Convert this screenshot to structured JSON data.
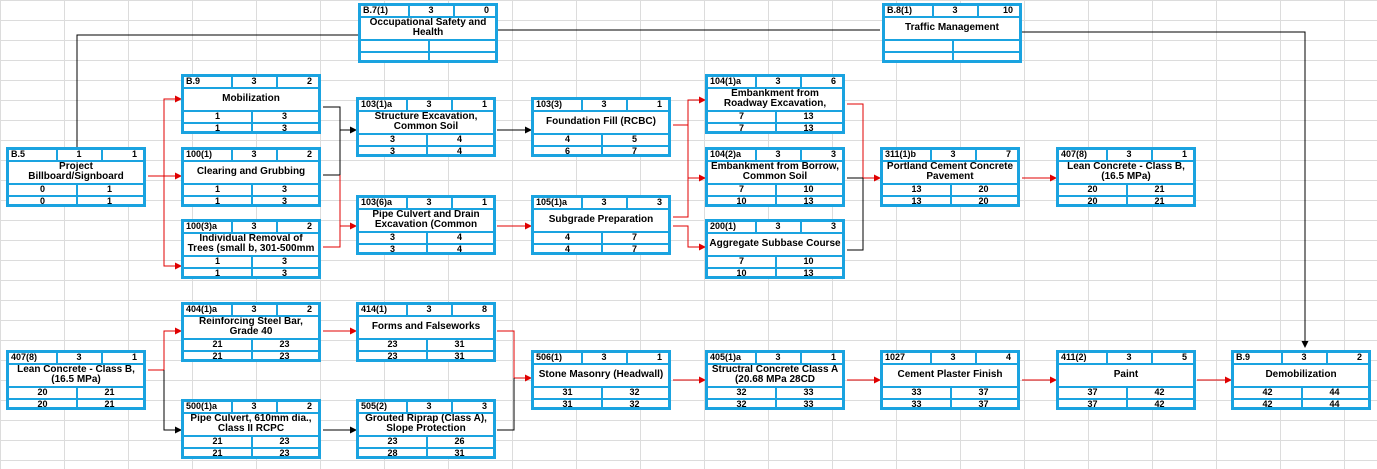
{
  "diagram": {
    "type": "network-schedule",
    "colors": {
      "box_border": "#1aa3e0",
      "critical_arrow": "#e00000",
      "arrow": "#000000",
      "grid": "#dcdcdc"
    },
    "nodes": [
      {
        "id": "b5",
        "code": "B.5",
        "dur": "1",
        "val": "1",
        "name": "Project Billboard/Signboard",
        "es": "0",
        "ef": "1",
        "ls": "0",
        "lf": "1"
      },
      {
        "id": "b9a",
        "code": "B.9",
        "dur": "3",
        "val": "2",
        "name": "Mobilization",
        "es": "1",
        "ef": "3",
        "ls": "1",
        "lf": "3"
      },
      {
        "id": "n100_1",
        "code": "100(1)",
        "dur": "3",
        "val": "2",
        "name": "Clearing and Grubbing",
        "es": "1",
        "ef": "3",
        "ls": "1",
        "lf": "3"
      },
      {
        "id": "n100_3a",
        "code": "100(3)a",
        "dur": "3",
        "val": "2",
        "name": "Individual Removal of Trees (small b, 301-500mm",
        "es": "1",
        "ef": "3",
        "ls": "1",
        "lf": "3"
      },
      {
        "id": "b7",
        "code": "B.7(1)",
        "dur": "3",
        "val": "0",
        "name": "Occupational Safety and Health",
        "es": "",
        "ef": "",
        "ls": "",
        "lf": ""
      },
      {
        "id": "n103_1a",
        "code": "103(1)a",
        "dur": "3",
        "val": "1",
        "name": "Structure Excavation, Common Soil",
        "es": "3",
        "ef": "4",
        "ls": "3",
        "lf": "4"
      },
      {
        "id": "n103_6a",
        "code": "103(6)a",
        "dur": "3",
        "val": "1",
        "name": "Pipe Culvert and Drain Excavation (Common",
        "es": "3",
        "ef": "4",
        "ls": "3",
        "lf": "4"
      },
      {
        "id": "n103_3",
        "code": "103(3)",
        "dur": "3",
        "val": "1",
        "name": "Foundation Fill (RCBC)",
        "es": "4",
        "ef": "5",
        "ls": "6",
        "lf": "7"
      },
      {
        "id": "n105_1a",
        "code": "105(1)a",
        "dur": "3",
        "val": "3",
        "name": "Subgrade Preparation",
        "es": "4",
        "ef": "7",
        "ls": "4",
        "lf": "7"
      },
      {
        "id": "n104_1a",
        "code": "104(1)a",
        "dur": "3",
        "val": "6",
        "name": "Embankment from Roadway Excavation,",
        "es": "7",
        "ef": "13",
        "ls": "7",
        "lf": "13"
      },
      {
        "id": "n104_2a",
        "code": "104(2)a",
        "dur": "3",
        "val": "3",
        "name": "Embankment from Borrow, Common Soil",
        "es": "7",
        "ef": "10",
        "ls": "10",
        "lf": "13"
      },
      {
        "id": "n200_1",
        "code": "200(1)",
        "dur": "3",
        "val": "3",
        "name": "Aggregate Subbase Course",
        "es": "7",
        "ef": "10",
        "ls": "10",
        "lf": "13"
      },
      {
        "id": "b8",
        "code": "B.8(1)",
        "dur": "3",
        "val": "10",
        "name": "Traffic Management",
        "es": "",
        "ef": "",
        "ls": "",
        "lf": ""
      },
      {
        "id": "n311_1b",
        "code": "311(1)b",
        "dur": "3",
        "val": "7",
        "name": "Portland Cement Concrete Pavement",
        "es": "13",
        "ef": "20",
        "ls": "13",
        "lf": "20"
      },
      {
        "id": "n407_8a",
        "code": "407(8)",
        "dur": "3",
        "val": "1",
        "name": "Lean Concrete - Class B, (16.5 MPa)",
        "es": "20",
        "ef": "21",
        "ls": "20",
        "lf": "21"
      },
      {
        "id": "n407_8b",
        "code": "407(8)",
        "dur": "3",
        "val": "1",
        "name": "Lean Concrete - Class B, (16.5 MPa)",
        "es": "20",
        "ef": "21",
        "ls": "20",
        "lf": "21"
      },
      {
        "id": "n404_1a",
        "code": "404(1)a",
        "dur": "3",
        "val": "2",
        "name": "Reinforcing Steel Bar, Grade 40",
        "es": "21",
        "ef": "23",
        "ls": "21",
        "lf": "23"
      },
      {
        "id": "n500_1a",
        "code": "500(1)a",
        "dur": "3",
        "val": "2",
        "name": "Pipe Culvert, 610mm dia., Class II RCPC",
        "es": "21",
        "ef": "23",
        "ls": "21",
        "lf": "23"
      },
      {
        "id": "n414_1",
        "code": "414(1)",
        "dur": "3",
        "val": "8",
        "name": "Forms and Falseworks",
        "es": "23",
        "ef": "31",
        "ls": "23",
        "lf": "31"
      },
      {
        "id": "n505_2",
        "code": "505(2)",
        "dur": "3",
        "val": "3",
        "name": "Grouted Riprap (Class A), Slope Protection",
        "es": "23",
        "ef": "26",
        "ls": "28",
        "lf": "31"
      },
      {
        "id": "n506_1",
        "code": "506(1)",
        "dur": "3",
        "val": "1",
        "name": "Stone Masonry (Headwall)",
        "es": "31",
        "ef": "32",
        "ls": "31",
        "lf": "32"
      },
      {
        "id": "n405_1a",
        "code": "405(1)a",
        "dur": "3",
        "val": "1",
        "name": "Structral Concrete Class A (20.68 MPa 28CD",
        "es": "32",
        "ef": "33",
        "ls": "32",
        "lf": "33"
      },
      {
        "id": "n1027",
        "code": "1027",
        "dur": "3",
        "val": "4",
        "name": "Cement Plaster Finish",
        "es": "33",
        "ef": "37",
        "ls": "33",
        "lf": "37"
      },
      {
        "id": "n411_2",
        "code": "411(2)",
        "dur": "3",
        "val": "5",
        "name": "Paint",
        "es": "37",
        "ef": "42",
        "ls": "37",
        "lf": "42"
      },
      {
        "id": "b9b",
        "code": "B.9",
        "dur": "3",
        "val": "2",
        "name": "Demobilization",
        "es": "42",
        "ef": "44",
        "ls": "42",
        "lf": "44"
      }
    ]
  }
}
